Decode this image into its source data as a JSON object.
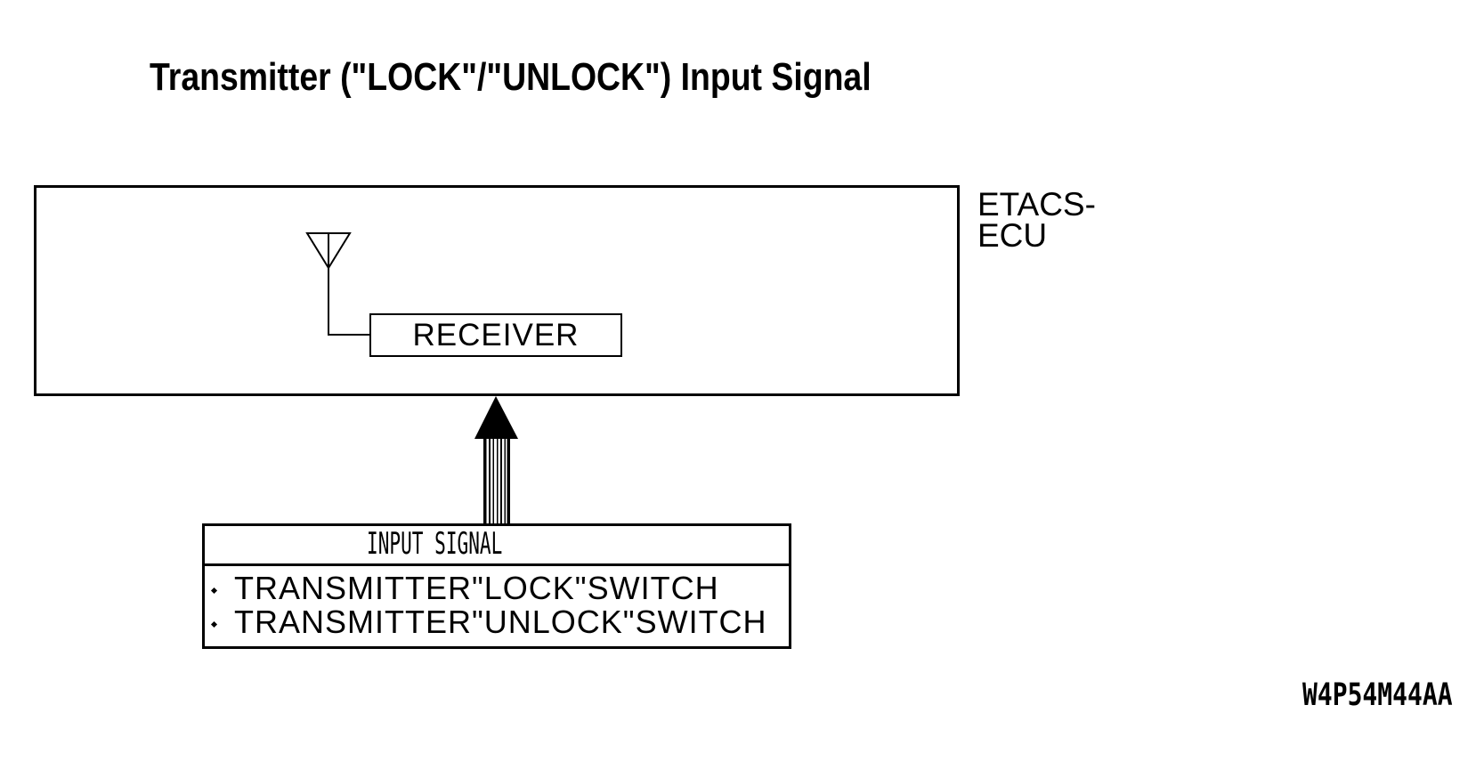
{
  "page": {
    "background_color": "#ffffff",
    "line_color": "#000000"
  },
  "title": "Transmitter (\"LOCK\"/\"UNLOCK\") Input Signal",
  "etacs": {
    "label_lines": [
      "ETACS-",
      "ECU"
    ]
  },
  "antenna": {
    "icon": "antenna-icon"
  },
  "receiver": {
    "label": "RECEIVER"
  },
  "signal_arrow": {
    "icon": "up-arrow-icon"
  },
  "input_signal": {
    "header": "INPUT SIGNAL",
    "bullet_icon": "diamond-bullet-icon",
    "items": [
      "TRANSMITTER\"LOCK\"SWITCH",
      "TRANSMITTER\"UNLOCK\"SWITCH"
    ]
  },
  "figure_code": "W4P54M44AA"
}
